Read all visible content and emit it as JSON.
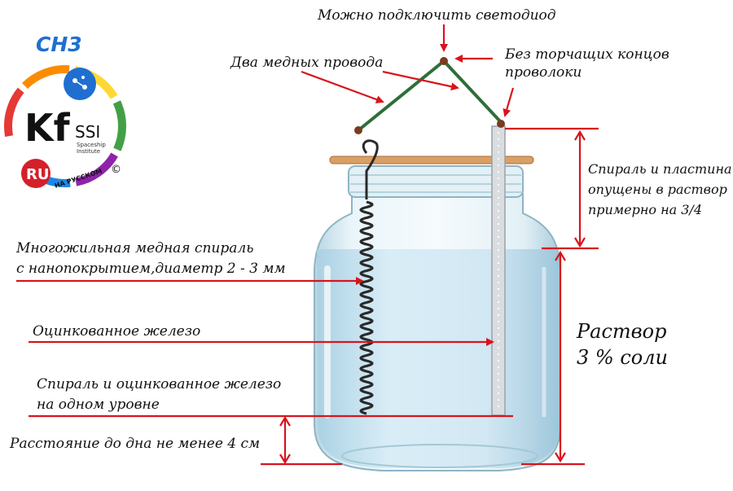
{
  "logo": {
    "title": "CH3",
    "mark": "Kf",
    "ssi": "SSI",
    "institute_line1": "Spaceship",
    "institute_line2": "Institute",
    "lang_badge": "RU",
    "lang_text": "НА РУССКОМ",
    "copyright": "©",
    "icon": "molecule-icon"
  },
  "labels": {
    "led": "Можно подключить светодиод",
    "wires": "Два медных провода",
    "no_ends_1": "Без торчащих концов",
    "no_ends_2": "проволоки",
    "immersed_1": "Спираль и пластина",
    "immersed_2": "опущены в раствор",
    "immersed_3": "примерно на 3/4",
    "coil_1": "Многожильная медная спираль",
    "coil_2": "с нанопокрытием,диаметр 2 - 3 мм",
    "iron": "Оцинкованное железо",
    "level_1": "Спираль и оцинкованное железо",
    "level_2": "на одном уровне",
    "bottom": "Расстояние до дна не менее 4 см",
    "solution_1": "Раствор",
    "solution_2": "3 %  соли"
  },
  "colors": {
    "arrow": "#d8141c",
    "water": "#cfe6f2",
    "glass": "#a9cbd8",
    "wire": "#2e6e3a",
    "copper": "#3a3a3a",
    "plate": "#d9dde0",
    "rod": "#d9a066",
    "logo_blue": "#1f6fd1",
    "badge_red": "#d4202a"
  }
}
